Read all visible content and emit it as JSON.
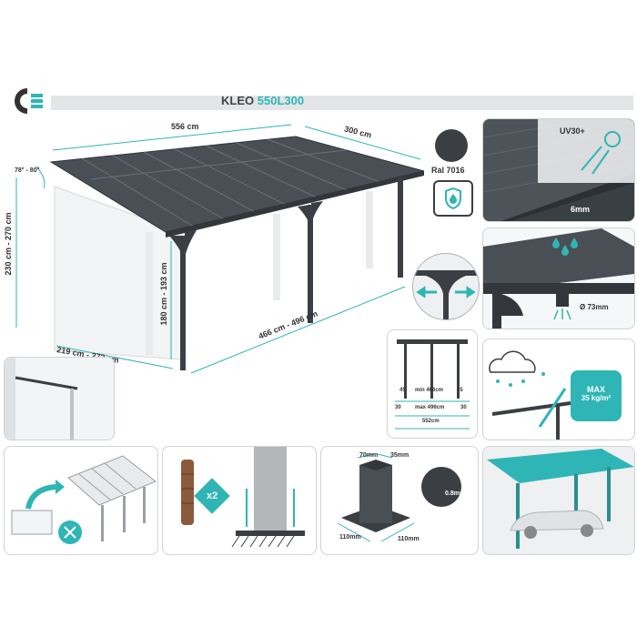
{
  "brand": {
    "logo_icon": "ce-logo-icon"
  },
  "title": {
    "model": "KLEO",
    "code": "550L300",
    "accent": "#2fb5b5"
  },
  "main": {
    "width": "556 cm",
    "depth": "300 cm",
    "angle": "78° - 80°",
    "height_total": "230 cm - 270 cm",
    "height_front": "180 cm - 193 cm",
    "span": "466 cm - 496 cm",
    "side": "219 cm - 273 cm"
  },
  "color_badge": {
    "label": "Ral 7016",
    "swatch": "#3b3f44"
  },
  "panel_uv": {
    "label": "UV30+",
    "thickness": "6mm"
  },
  "panel_drain": {
    "diameter": "Ø 73mm"
  },
  "panel_post": {
    "inner_left": "45",
    "inner_mid": "min 466cm",
    "inner_right": "45",
    "outer_left": "30",
    "outer_mid": "max 496cm",
    "outer_right": "30",
    "total": "552cm"
  },
  "panel_snow": {
    "line1": "MAX",
    "line2": "35 kg/m²"
  },
  "panel_anchor": {
    "count": "x2"
  },
  "panel_base": {
    "w1": "70mm",
    "w2": "35mm",
    "thickness": "0.8mm",
    "side1": "110mm",
    "side2": "110mm"
  }
}
